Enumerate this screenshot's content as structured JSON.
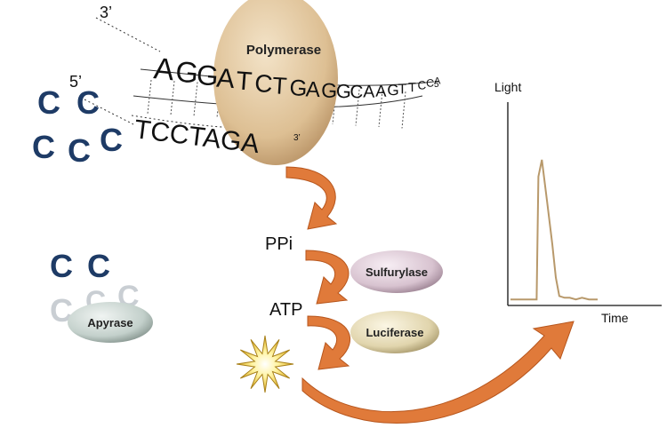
{
  "strand_labels": {
    "three_prime_top": "3’",
    "five_prime_left": "5’",
    "five_prime_right": "5",
    "three_prime_primer": "3’"
  },
  "template_strand": [
    "A",
    "G",
    "G",
    "A",
    "T",
    "C",
    "T",
    "G",
    "A",
    "G",
    "G",
    "C",
    "A",
    "A",
    "G",
    "T",
    "T",
    "C",
    "C",
    "A"
  ],
  "primer_strand": "TCCTAGA",
  "nucleotide": "C",
  "enzymes": {
    "polymerase": "Polymerase",
    "sulfurylase": "Sulfurylase",
    "luciferase": "Luciferase",
    "apyrase": "Apyrase"
  },
  "molecules": {
    "ppi": "PPi",
    "atp": "ATP"
  },
  "chart_data": {
    "type": "line",
    "ylabel": "Light",
    "xlabel": "Time",
    "series": [
      {
        "x": [
          0,
          0.2,
          0.3,
          0.32,
          0.36,
          0.42,
          0.48,
          0.52,
          0.56,
          0.62,
          0.68,
          0.75,
          0.82,
          0.9,
          1.0
        ],
        "y": [
          0.02,
          0.02,
          0.02,
          0.75,
          0.85,
          0.6,
          0.35,
          0.15,
          0.04,
          0.03,
          0.03,
          0.02,
          0.03,
          0.02,
          0.02
        ]
      }
    ],
    "grid": false,
    "color": "#b8996b"
  },
  "colors": {
    "nucleotide": "#1e3b66",
    "arrow": "#e07a3a",
    "peak": "#b8996b"
  }
}
